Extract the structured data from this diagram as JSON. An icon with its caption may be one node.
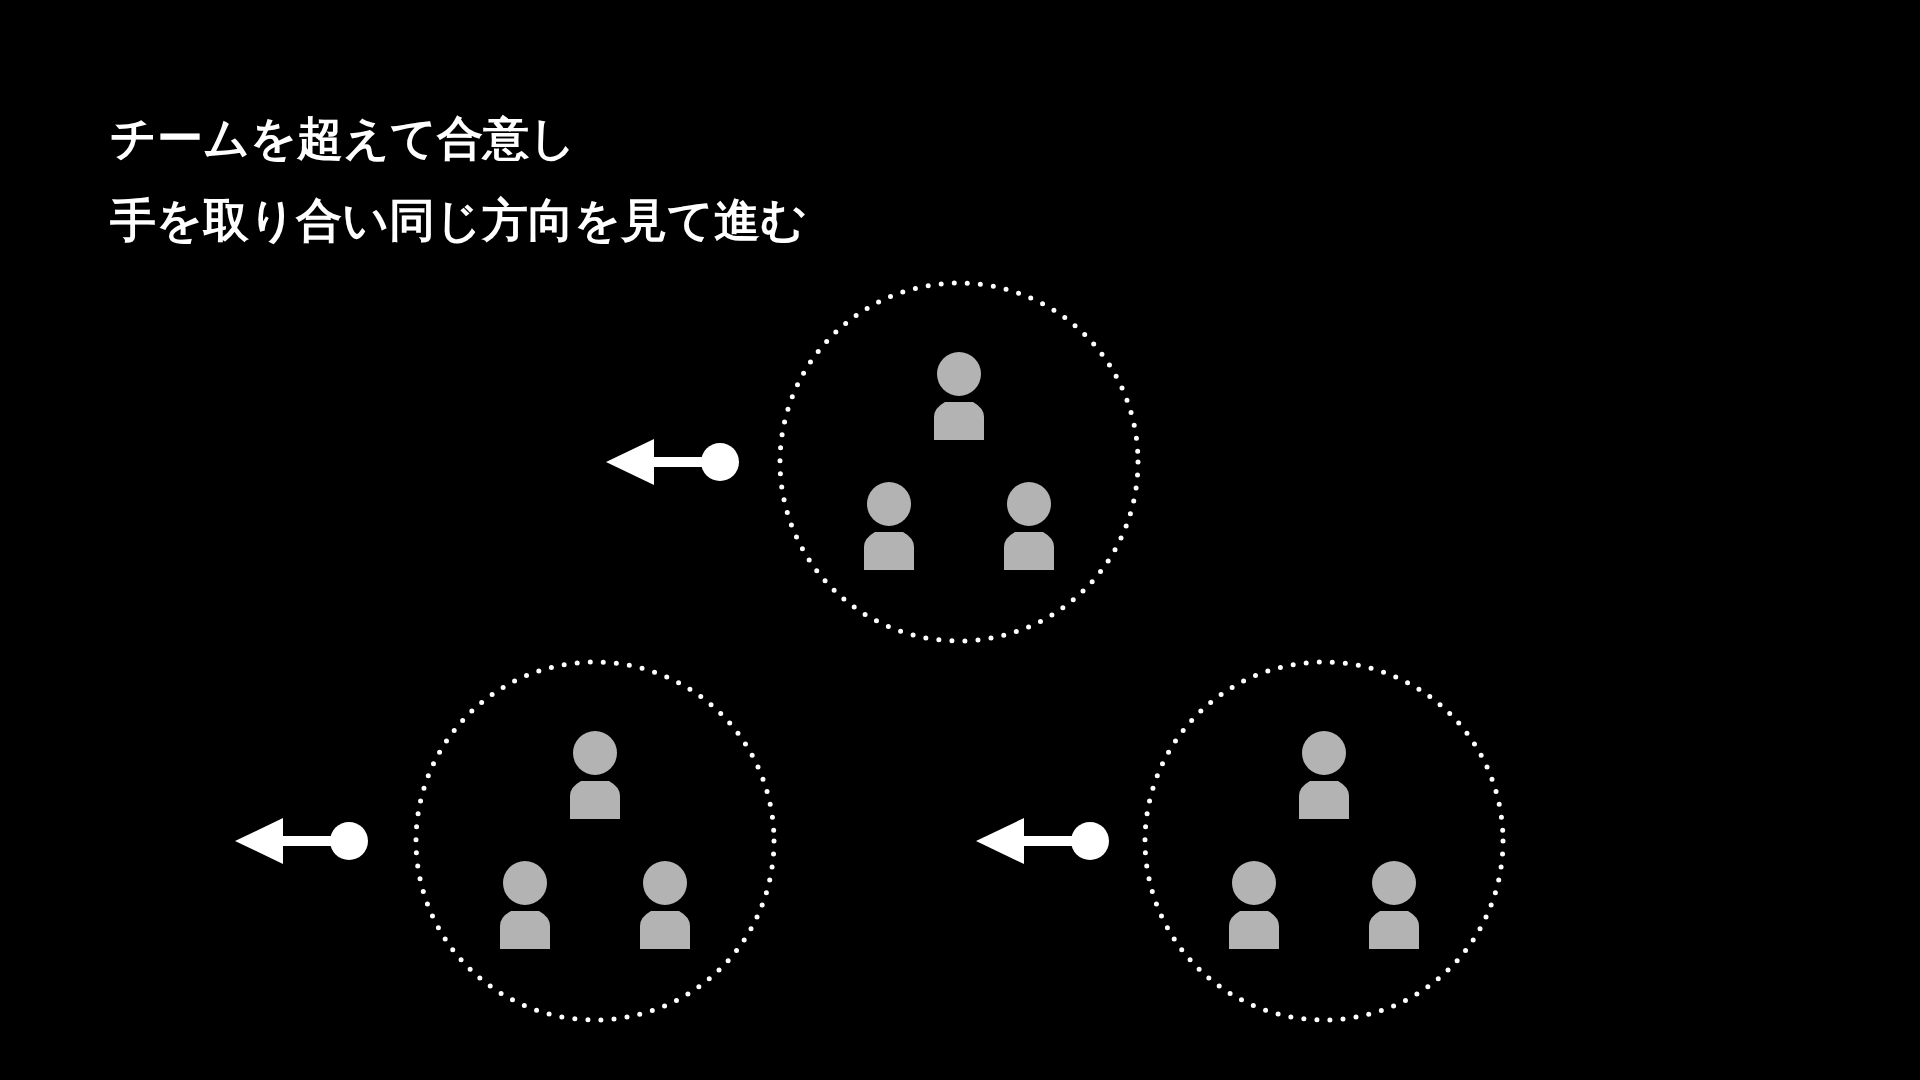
{
  "diagram": {
    "labels": [
      "チームを超えて合意し",
      "手を取り合い同じ方向を見て進む"
    ],
    "nodes": [
      {
        "text": [],
        "shape": "circle"
      },
      {
        "text": [],
        "shape": "person",
        "in": 0
      },
      {
        "text": [],
        "shape": "person",
        "in": 0
      },
      {
        "text": [],
        "shape": "person",
        "in": 0
      },
      {
        "text": [],
        "shape": "circle"
      },
      {
        "text": [],
        "shape": "person",
        "in": 4
      },
      {
        "text": [],
        "shape": "person",
        "in": 4
      },
      {
        "text": [],
        "shape": "person",
        "in": 4
      },
      {
        "text": [],
        "shape": "circle"
      },
      {
        "text": [],
        "shape": "person",
        "in": 8
      },
      {
        "text": [],
        "shape": "person",
        "in": 8
      },
      {
        "text": [],
        "shape": "person",
        "in": 8
      }
    ]
  }
}
